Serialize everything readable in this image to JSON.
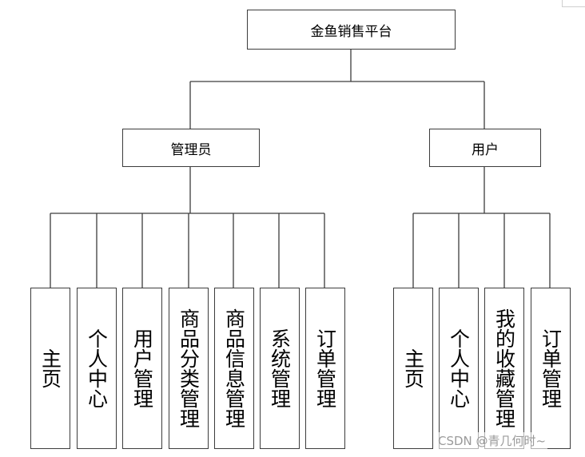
{
  "diagram": {
    "root": {
      "label": "金鱼销售平台"
    },
    "groups": [
      {
        "label": "管理员",
        "items": [
          "主页",
          "个人中心",
          "用户管理",
          "商品分类管理",
          "商品信息管理",
          "系统管理",
          "订单管理"
        ]
      },
      {
        "label": "用户",
        "items": [
          "主页",
          "个人中心",
          "我的收藏管理",
          "订单管理"
        ]
      }
    ]
  },
  "watermark": "CSDN @青几何时~",
  "colors": {
    "line": "#3c3c3c",
    "box_border": "#3c3c3c",
    "background": "#ffffff"
  }
}
